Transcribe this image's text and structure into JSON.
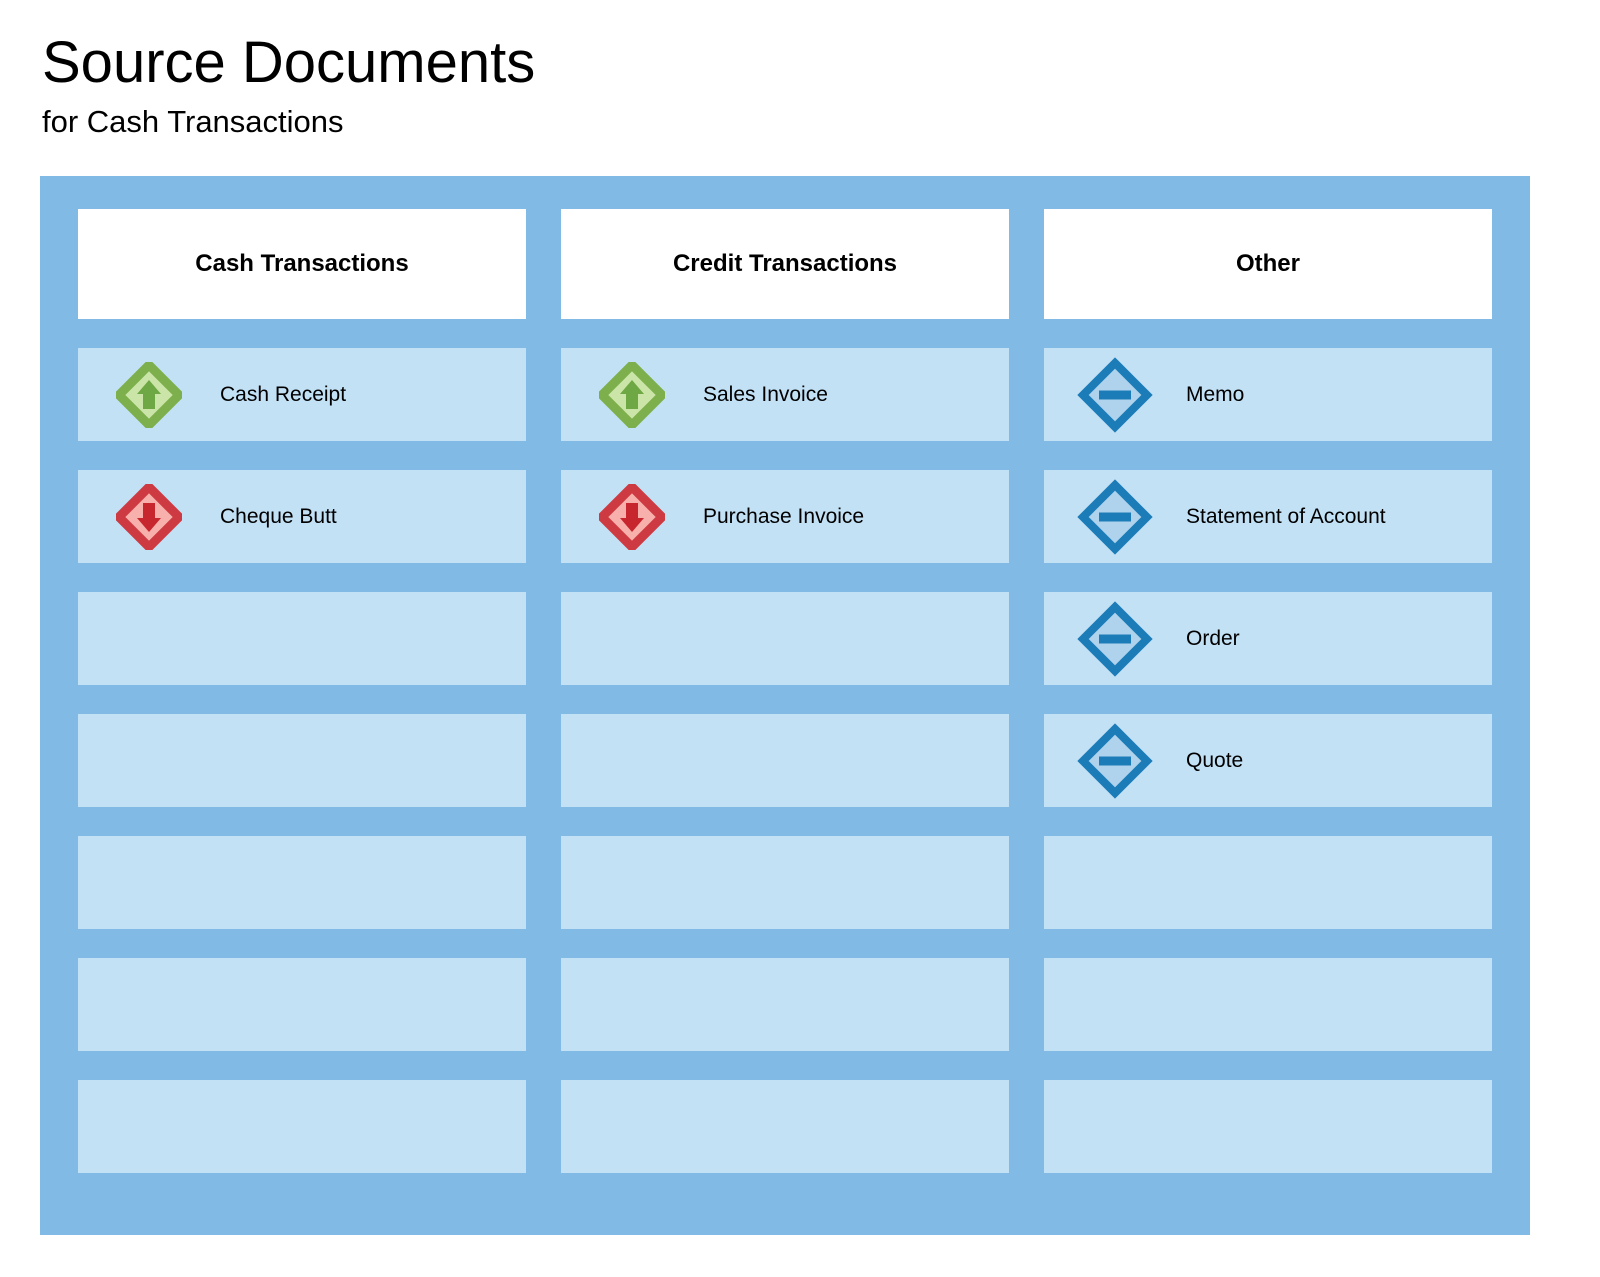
{
  "header": {
    "title": "Source Documents",
    "subtitle": "for Cash Transactions"
  },
  "colors": {
    "board_background": "#80BAE5",
    "cell_background": "#C2E1F5",
    "header_cell_background": "#FFFFFF",
    "green_border": "#7DB04C",
    "green_fill": "#CBE5A8",
    "green_arrow": "#6EA844",
    "red_border": "#CE3A41",
    "red_fill": "#F8B0AC",
    "red_arrow": "#C8262E",
    "blue_border": "#1C7CB8",
    "blue_fill": "#AFD3EC",
    "blue_bar": "#1C7CB8",
    "text": "#000000"
  },
  "board": {
    "row_count": 7,
    "columns": [
      {
        "id": "cash-transactions",
        "header": "Cash Transactions",
        "items": [
          {
            "label": "Cash Receipt",
            "icon": "diamond-up-arrow-green-icon"
          },
          {
            "label": "Cheque Butt",
            "icon": "diamond-down-arrow-red-icon"
          },
          {
            "label": "",
            "icon": ""
          },
          {
            "label": "",
            "icon": ""
          },
          {
            "label": "",
            "icon": ""
          },
          {
            "label": "",
            "icon": ""
          },
          {
            "label": "",
            "icon": ""
          }
        ]
      },
      {
        "id": "credit-transactions",
        "header": "Credit Transactions",
        "items": [
          {
            "label": "Sales Invoice",
            "icon": "diamond-up-arrow-green-icon"
          },
          {
            "label": "Purchase Invoice",
            "icon": "diamond-down-arrow-red-icon"
          },
          {
            "label": "",
            "icon": ""
          },
          {
            "label": "",
            "icon": ""
          },
          {
            "label": "",
            "icon": ""
          },
          {
            "label": "",
            "icon": ""
          },
          {
            "label": "",
            "icon": ""
          }
        ]
      },
      {
        "id": "other",
        "header": "Other",
        "items": [
          {
            "label": "Memo",
            "icon": "diamond-minus-blue-icon"
          },
          {
            "label": "Statement of Account",
            "icon": "diamond-minus-blue-icon"
          },
          {
            "label": "Order",
            "icon": "diamond-minus-blue-icon"
          },
          {
            "label": "Quote",
            "icon": "diamond-minus-blue-icon"
          },
          {
            "label": "",
            "icon": ""
          },
          {
            "label": "",
            "icon": ""
          },
          {
            "label": "",
            "icon": ""
          }
        ]
      }
    ]
  }
}
